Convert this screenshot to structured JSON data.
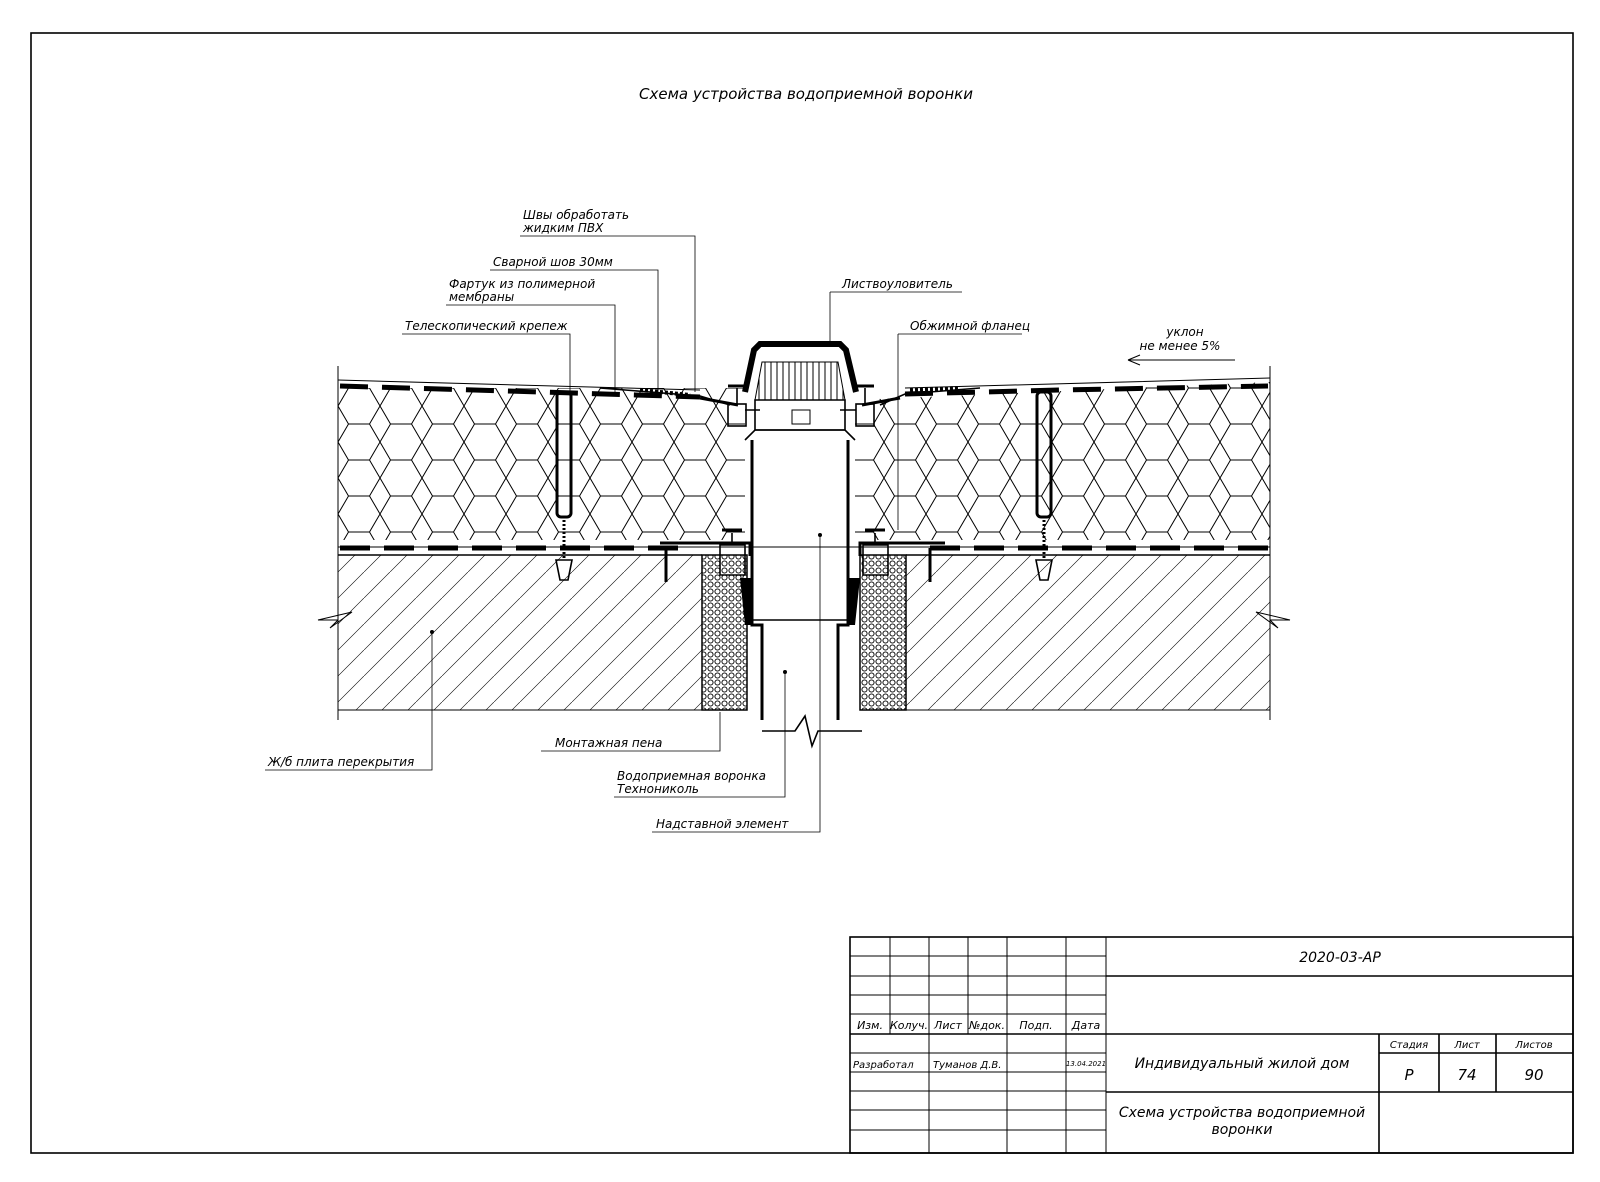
{
  "title": "Схема устройства водоприемной воронки",
  "slope": {
    "line1": "уклон",
    "line2": "не менее 5%"
  },
  "callouts": {
    "seams_line1": "Швы обработать",
    "seams_line2": "жидким ПВХ",
    "weld": "Сварной шов 30мм",
    "apron_line1": "Фартук из полимерной",
    "apron_line2": "мембраны",
    "telescopic": "Телескопический крепеж",
    "leaf_catcher": "Листвоуловитель",
    "clamp_flange": "Обжимной фланец",
    "slab": "Ж/б плита перекрытия",
    "foam": "Монтажная пена",
    "funnel_line1": "Водоприемная воронка",
    "funnel_line2": "Технониколь",
    "extension": "Надставной элемент"
  },
  "stamp": {
    "code": "2020-03-АР",
    "headers": {
      "izm": "Изм.",
      "koluch": "Колуч.",
      "list": "Лист",
      "ndok": "№док.",
      "podp": "Подп.",
      "data": "Дата"
    },
    "role": "Разработал",
    "person": "Туманов Д.В.",
    "date": "13.04.2021",
    "project": "Индивидуальный жилой дом",
    "sheet_title_line1": "Схема устройства водоприемной",
    "sheet_title_line2": "воронки",
    "col_stage": "Стадия",
    "col_sheet": "Лист",
    "col_sheets": "Листов",
    "stage": "Р",
    "sheet": "74",
    "sheets": "90"
  }
}
